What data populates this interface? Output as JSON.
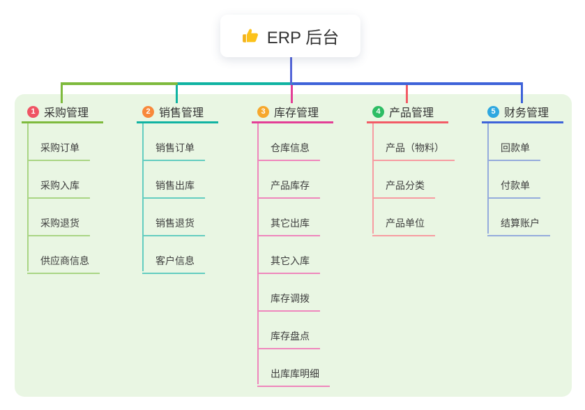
{
  "root": {
    "title": "ERP 后台",
    "icon": "thumbs-up-icon"
  },
  "colors": {
    "panel_bg": "#e9f6e3",
    "root_line": "#5567d9",
    "text": "#333333",
    "card_bg": "#ffffff"
  },
  "branches": [
    {
      "number": "1",
      "label": "采购管理",
      "line_color": "#7eba3d",
      "child_line_color": "#a9d584",
      "badge_color": "#ef5464",
      "children": [
        "采购订单",
        "采购入库",
        "采购退货",
        "供应商信息"
      ]
    },
    {
      "number": "2",
      "label": "销售管理",
      "line_color": "#10b3a2",
      "child_line_color": "#63cdc0",
      "badge_color": "#f8883b",
      "children": [
        "销售订单",
        "销售出库",
        "销售退货",
        "客户信息"
      ]
    },
    {
      "number": "3",
      "label": "库存管理",
      "line_color": "#e33f96",
      "child_line_color": "#ef86bc",
      "badge_color": "#f6a72c",
      "children": [
        "仓库信息",
        "产品库存",
        "其它出库",
        "其它入库",
        "库存调拨",
        "库存盘点",
        "出库库明细"
      ]
    },
    {
      "number": "4",
      "label": "产品管理",
      "line_color": "#f25b66",
      "child_line_color": "#f79ba1",
      "badge_color": "#2dbd64",
      "children": [
        "产品（物料）",
        "产品分类",
        "产品单位"
      ]
    },
    {
      "number": "5",
      "label": "财务管理",
      "line_color": "#3e63d9",
      "child_line_color": "#94abdc",
      "badge_color": "#2ea7e0",
      "children": [
        "回款单",
        "付款单",
        "结算账户"
      ]
    }
  ]
}
